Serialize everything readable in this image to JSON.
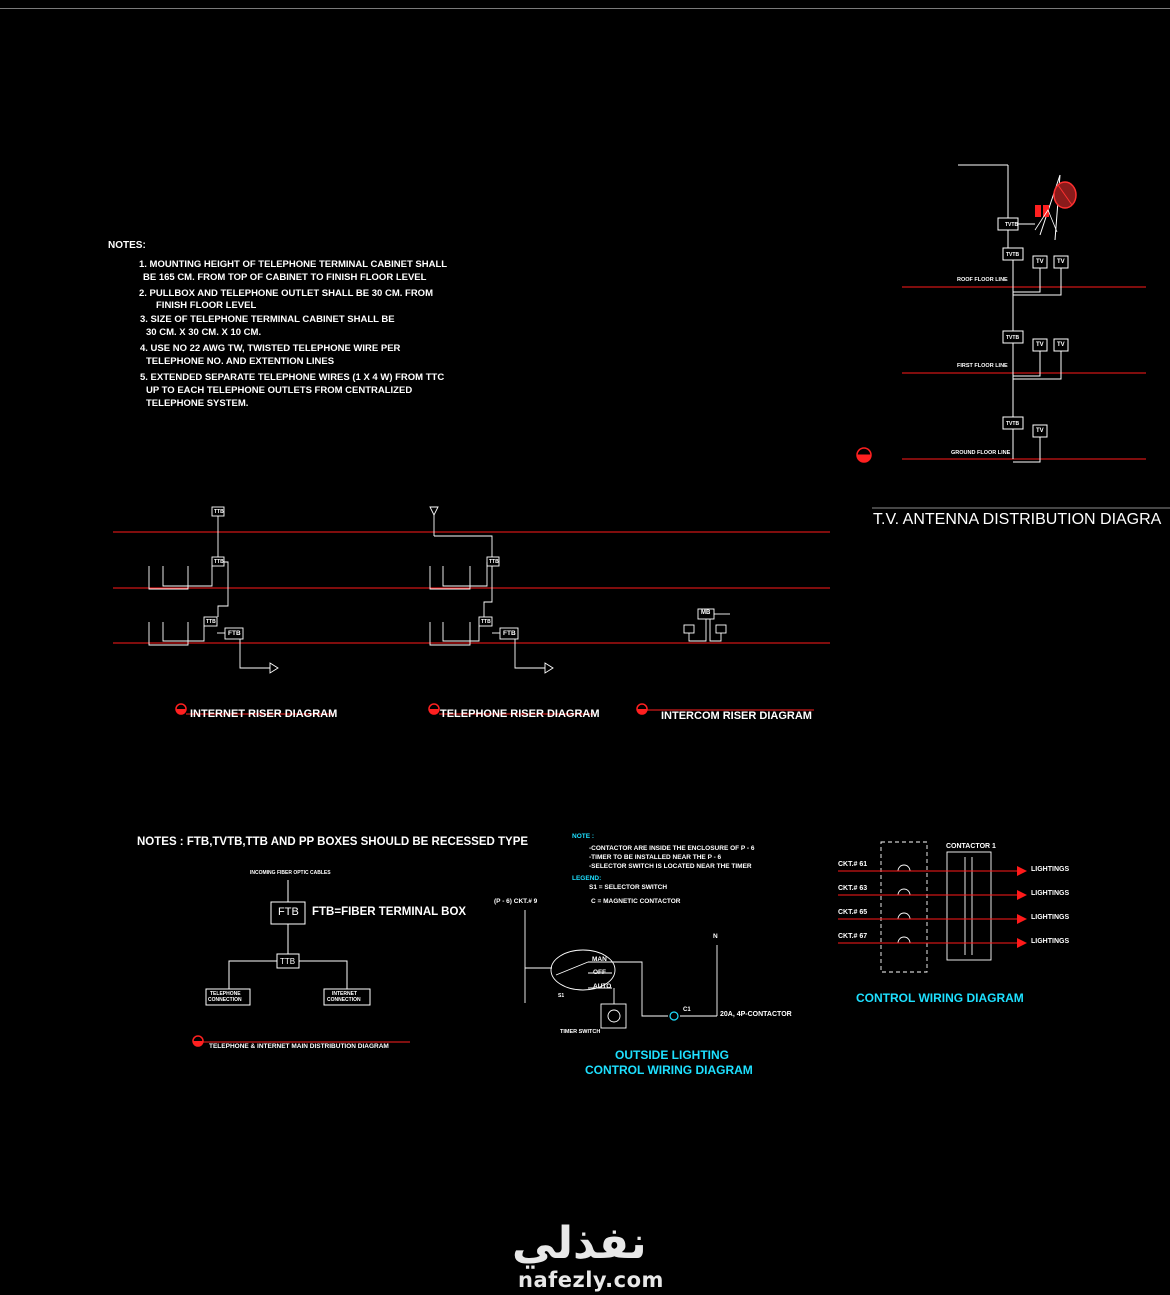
{
  "notes": {
    "heading": "NOTES:",
    "lines": [
      "1. MOUNTING HEIGHT OF TELEPHONE TERMINAL CABINET SHALL",
      "BE 165 CM. FROM TOP OF CABINET TO FINISH FLOOR LEVEL",
      "2. PULLBOX AND TELEPHONE OUTLET SHALL BE 30 CM. FROM",
      "FINISH FLOOR LEVEL",
      "3. SIZE OF TELEPHONE TERMINAL CABINET SHALL BE",
      "30 CM. X 30 CM. X 10 CM.",
      "4. USE NO 22 AWG TW, TWISTED TELEPHONE WIRE PER",
      "TELEPHONE NO. AND EXTENTION LINES",
      "5. EXTENDED SEPARATE TELEPHONE WIRES (1 X 4 W) FROM TTC",
      "UP TO EACH TELEPHONE OUTLETS FROM CENTRALIZED",
      "TELEPHONE SYSTEM."
    ]
  },
  "tv_antenna": {
    "title": "T.V. ANTENNA DISTRIBUTION DIAGRA",
    "box_tvtb": "TVTB",
    "box_tv": "TV",
    "roof": "ROOF FLOOR LINE",
    "first": "FIRST FLOOR LINE",
    "ground": "GROUND FLOOR LINE"
  },
  "riser_titles": {
    "internet": "INTERNET RISER DIAGRAM",
    "telephone": "TELEPHONE RISER DIAGRAM",
    "intercom": "INTERCOM RISER DIAGRAM"
  },
  "riser_labels": {
    "ttb": "TTB",
    "ftb": "FTB",
    "mb": "MB"
  },
  "fiber": {
    "note": "NOTES : FTB,TVTB,TTB AND PP BOXES SHOULD BE RECESSED TYPE",
    "incoming": "INCOMING FIBER OPTIC CABLES",
    "ftb": "FTB",
    "ftb_def": "FTB=FIBER TERMINAL BOX",
    "ttb": "TTB",
    "tel_conn_1": "TELEPHONE",
    "tel_conn_2": "CONNECTION",
    "int_conn_1": "INTERNET",
    "int_conn_2": "CONNECTION",
    "title": "TELEPHONE & INTERNET MAIN  DISTRIBUTION DIAGRAM"
  },
  "lighting": {
    "note_head": "NOTE :",
    "note_1": "-CONTACTOR ARE INSIDE THE ENCLOSURE OF P - 6",
    "note_2": "-TIMER TO BE INSTALLED NEAR THE P - 6",
    "note_3": "-SELECTOR SWITCH IS LOCATED NEAR THE TIMER",
    "legend_head": "LEGEND:",
    "legend_1": "S1 = SELECTOR SWITCH",
    "legend_2": "C = MAGNETIC CONTACTOR",
    "panel": "(P - 6) CKT.# 9",
    "n": "N",
    "man": "MAN",
    "off": "OFF",
    "auto": "AUTO",
    "s1": "S1",
    "timer": "TIMER SWITCH",
    "c1": "C1",
    "contactor": "20A, 4P-CONTACTOR",
    "title_1": "OUTSIDE LIGHTING",
    "title_2": "CONTROL WIRING DIAGRAM"
  },
  "control": {
    "contactor": "CONTACTOR 1",
    "ckts": [
      "CKT.# 61",
      "CKT.# 63",
      "CKT.# 65",
      "CKT.# 67"
    ],
    "lightings": [
      "LIGHTINGS",
      "LIGHTINGS",
      "LIGHTINGS",
      "LIGHTINGS"
    ],
    "title": "CONTROL WIRING DIAGRAM"
  },
  "watermark": {
    "arabic": "نفذلي",
    "latin": "nafezly.com"
  },
  "colors": {
    "background": "#000000",
    "floor_line": "#ff1a1a",
    "wire": "#ffffff",
    "caption_cyan": "#1ee0ff"
  }
}
